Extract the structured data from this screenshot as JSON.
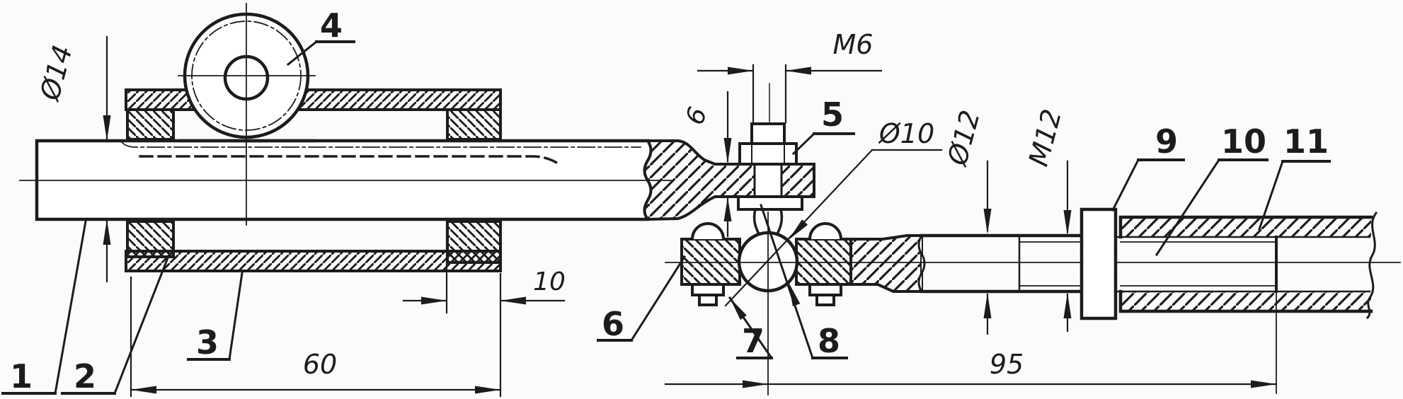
{
  "drawing": {
    "type": "technical-section-drawing",
    "colors": {
      "ink": "#1c1c1c",
      "paper": "#fbfbf9"
    },
    "part_labels": {
      "p1": "1",
      "p2": "2",
      "p3": "3",
      "p4": "4",
      "p5": "5",
      "p6": "6",
      "p7": "7",
      "p8": "8",
      "p9": "9",
      "p10": "10",
      "p11": "11"
    },
    "dimensions": {
      "shaft_diameter": "Ø14",
      "housing_length": "60",
      "bushing_length": "10",
      "bolt_thread": "M6",
      "tab_thickness": "6",
      "ball_diameter": "Ø10",
      "rod_length": "95",
      "rod_diameter": "Ø12",
      "rod_thread": "M12"
    }
  }
}
